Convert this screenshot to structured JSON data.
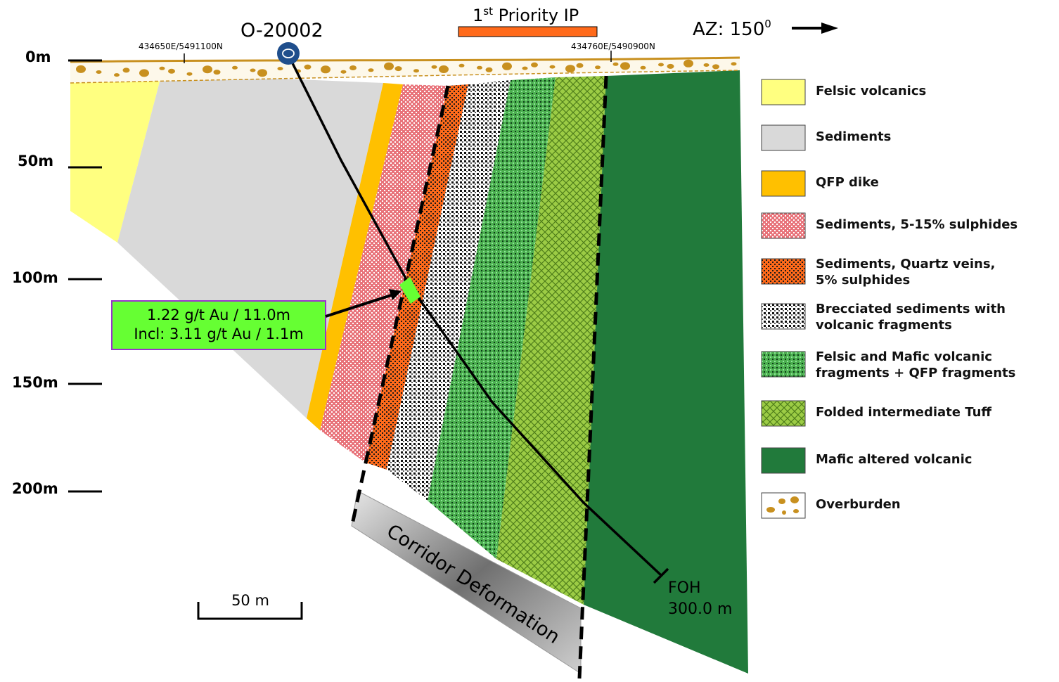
{
  "section": {
    "drillhole_id": "O-20002",
    "priority_label_main": "1",
    "priority_label_sup": "st",
    "priority_label_rest": " Priority IP",
    "azimuth_text": "AZ: 150",
    "azimuth_sup": "0",
    "coord_left": "434650E/5491100N",
    "coord_right": "434760E/5490900N",
    "depth_labels": [
      "0m",
      "50m",
      "100m",
      "150m",
      "200m"
    ],
    "assay_line1": "1.22 g/t Au / 11.0m",
    "assay_line2": "Incl: 3.11 g/t Au / 1.1m",
    "corridor_label": "Corridor Deformation",
    "foh_line1": "FOH",
    "foh_line2": "300.0 m",
    "scale_label": "50 m"
  },
  "colors": {
    "felsic": "#ffff80",
    "sediments": "#d9d9d9",
    "qfp": "#ffc000",
    "sed_sulph": "#e8737a",
    "sed_quartz": "#ff6a1a",
    "brecciated": "#ffffff",
    "felsic_mafic": "#4caf50",
    "tuff": "#9ccc45",
    "mafic": "#217a3b",
    "overburden": "#c8901f",
    "priority_bar": "#ff6a1a",
    "assay_box": "#66ff33",
    "assay_border": "#9933cc",
    "collar": "#1f4e8c"
  },
  "legend": [
    {
      "label_lines": [
        "Felsic volcanics"
      ],
      "swatch": "felsic"
    },
    {
      "label_lines": [
        "Sediments"
      ],
      "swatch": "sediments"
    },
    {
      "label_lines": [
        "QFP dike"
      ],
      "swatch": "qfp"
    },
    {
      "label_lines": [
        "Sediments, 5-15% sulphides"
      ],
      "swatch": "sed_sulph"
    },
    {
      "label_lines": [
        "Sediments, Quartz veins,",
        "5% sulphides"
      ],
      "swatch": "sed_quartz"
    },
    {
      "label_lines": [
        "Brecciated sediments with",
        "volcanic fragments"
      ],
      "swatch": "brecciated"
    },
    {
      "label_lines": [
        "Felsic and Mafic volcanic",
        "fragments + QFP fragments"
      ],
      "swatch": "felsic_mafic"
    },
    {
      "label_lines": [
        "Folded intermediate Tuff"
      ],
      "swatch": "tuff"
    },
    {
      "label_lines": [
        "Mafic altered volcanic"
      ],
      "swatch": "mafic"
    },
    {
      "label_lines": [
        "Overburden"
      ],
      "swatch": "overburden"
    }
  ]
}
